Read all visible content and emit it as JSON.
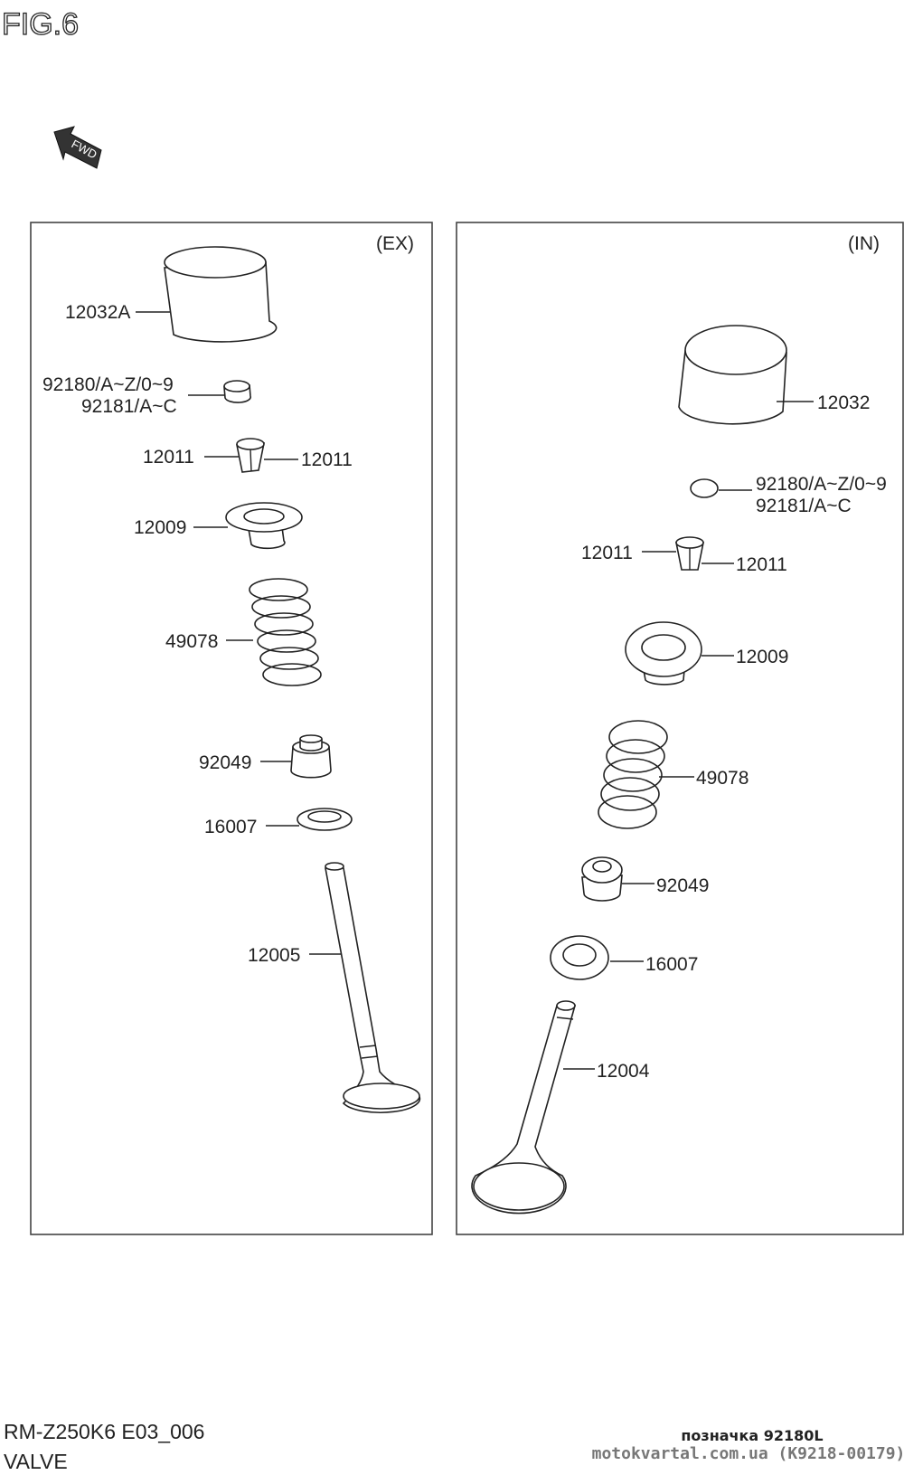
{
  "figure": "FIG.6",
  "fwd_label": "FWD",
  "panels": {
    "exhaust": {
      "tag": "(EX)",
      "labels": {
        "tappet": "12032A",
        "shim_a": "92180/A~Z/0~9",
        "shim_b": "92181/A~C",
        "cotter_left": "12011",
        "cotter_right": "12011",
        "retainer": "12009",
        "spring": "49078",
        "seal": "92049",
        "washer": "16007",
        "valve": "12005"
      }
    },
    "intake": {
      "tag": "(IN)",
      "labels": {
        "tappet": "12032",
        "shim_a": "92180/A~Z/0~9",
        "shim_b": "92181/A~C",
        "cotter_left": "12011",
        "cotter_right": "12011",
        "retainer": "12009",
        "spring": "49078",
        "seal": "92049",
        "washer": "16007",
        "valve": "12004"
      }
    }
  },
  "footer": {
    "model": "RM-Z250K6 E03_006",
    "title": "VALVE",
    "note": "позначка 92180L",
    "source": "motokvartal.com.ua (K9218-00179)"
  }
}
